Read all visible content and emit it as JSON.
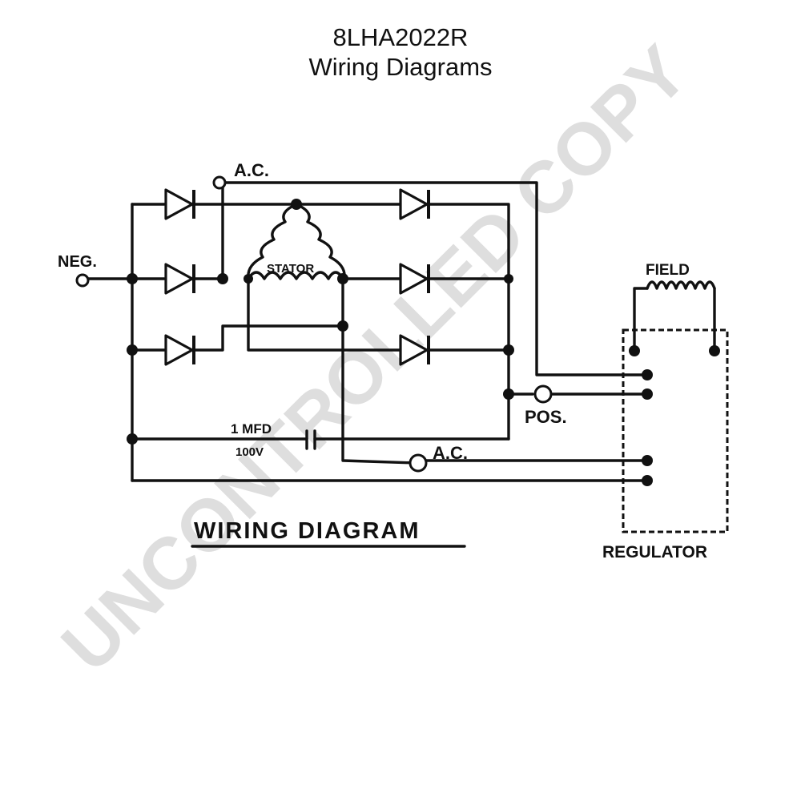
{
  "header": {
    "model": "8LHA2022R",
    "subtitle": "Wiring Diagrams"
  },
  "diagram": {
    "labels": {
      "ac_top": "A.C.",
      "neg": "NEG.",
      "stator": "STATOR",
      "field": "FIELD",
      "pos": "POS.",
      "capacitor_value": "1 MFD",
      "capacitor_voltage": "100V",
      "ac_bottom": "A.C.",
      "diagram_caption": "WIRING DIAGRAM",
      "regulator": "REGULATOR"
    },
    "watermark": "UNCONTROLLED COPY",
    "colors": {
      "ink": "#111111",
      "watermark": "#d9d9d9",
      "background": "#ffffff"
    }
  }
}
